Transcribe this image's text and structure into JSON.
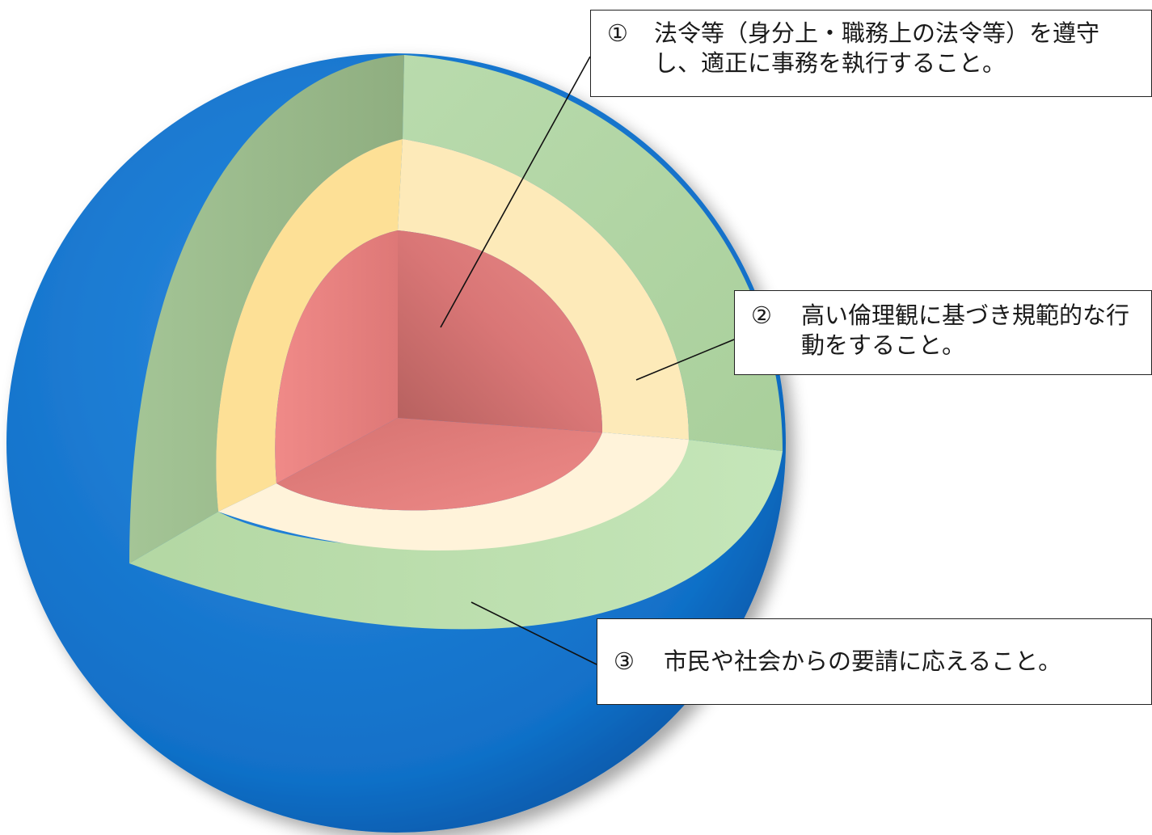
{
  "callouts": [
    {
      "num": "①",
      "text": "法令等（身分上・職務上の法令等）を遵守し、適正に事務を執行すること。"
    },
    {
      "num": "②",
      "text": "高い倫理観に基づき規範的な行動をすること。"
    },
    {
      "num": "③",
      "text": "市民や社会からの要請に応えること。"
    }
  ],
  "colors": {
    "outer_shell": "#1170c8",
    "green_layer": "#b3d6a6",
    "yellow_layer": "#fde7b5",
    "red_core": "#e07a78"
  }
}
